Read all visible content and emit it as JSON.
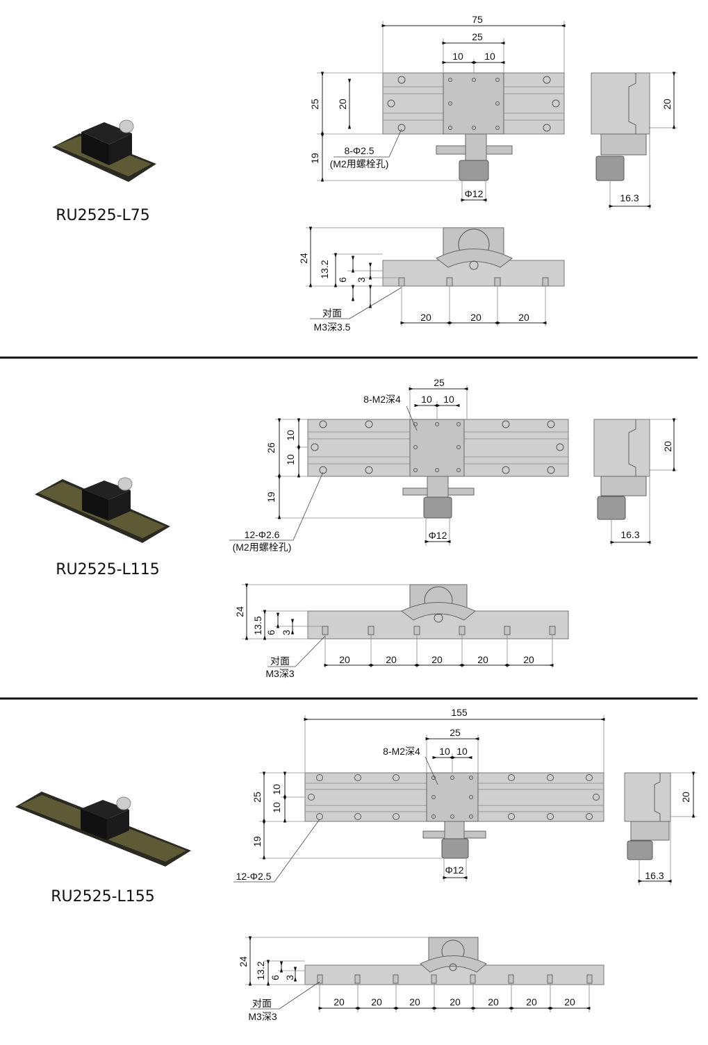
{
  "sections": [
    {
      "model": "RU2525-L75",
      "top": {
        "overall": "75",
        "carriage": "25",
        "hole_pitch": [
          "10",
          "10"
        ],
        "height_outer": "25",
        "height_inner": "20",
        "knob_offset": "19",
        "hole_note": "8-Φ2.5",
        "hole_note_sub": "(M2用螺栓孔)",
        "knob_dia": "Φ12"
      },
      "side": {
        "height": "20",
        "depth": "16.3"
      },
      "front": {
        "height": "24",
        "h1": "13.2",
        "h2": "6",
        "h3": "3",
        "note1": "对面",
        "note2": "M3深3.5",
        "pitches": [
          "20",
          "20",
          "20"
        ]
      }
    },
    {
      "model": "RU2525-L115",
      "top": {
        "carriage": "25",
        "tap_note": "8-M2深4",
        "hole_pitch": [
          "10",
          "10"
        ],
        "height_outer": "26",
        "height_inner": [
          "10",
          "10"
        ],
        "knob_offset": "19",
        "hole_note": "12-Φ2.6",
        "hole_note_sub": "(M2用螺栓孔)",
        "knob_dia": "Φ12"
      },
      "side": {
        "height": "20",
        "depth": "16.3"
      },
      "front": {
        "height": "24",
        "h1": "13.5",
        "h2": "6",
        "h3": "3",
        "note1": "对面",
        "note2": "M3深3",
        "pitches": [
          "20",
          "20",
          "20",
          "20",
          "20"
        ]
      }
    },
    {
      "model": "RU2525-L155",
      "top": {
        "overall": "155",
        "carriage": "25",
        "tap_note": "8-M2深4",
        "hole_pitch": [
          "10",
          "10"
        ],
        "height_outer": "25",
        "height_inner": [
          "10",
          "10"
        ],
        "knob_offset": "19",
        "hole_note": "12-Φ2.5",
        "knob_dia": "Φ12"
      },
      "side": {
        "height": "20",
        "depth": "16.3"
      },
      "front": {
        "height": "24",
        "h1": "13.2",
        "h2": "6",
        "h3": "3",
        "note1": "对面",
        "note2": "M3深3",
        "pitches": [
          "20",
          "20",
          "20",
          "20",
          "20",
          "20",
          "20"
        ]
      }
    }
  ]
}
